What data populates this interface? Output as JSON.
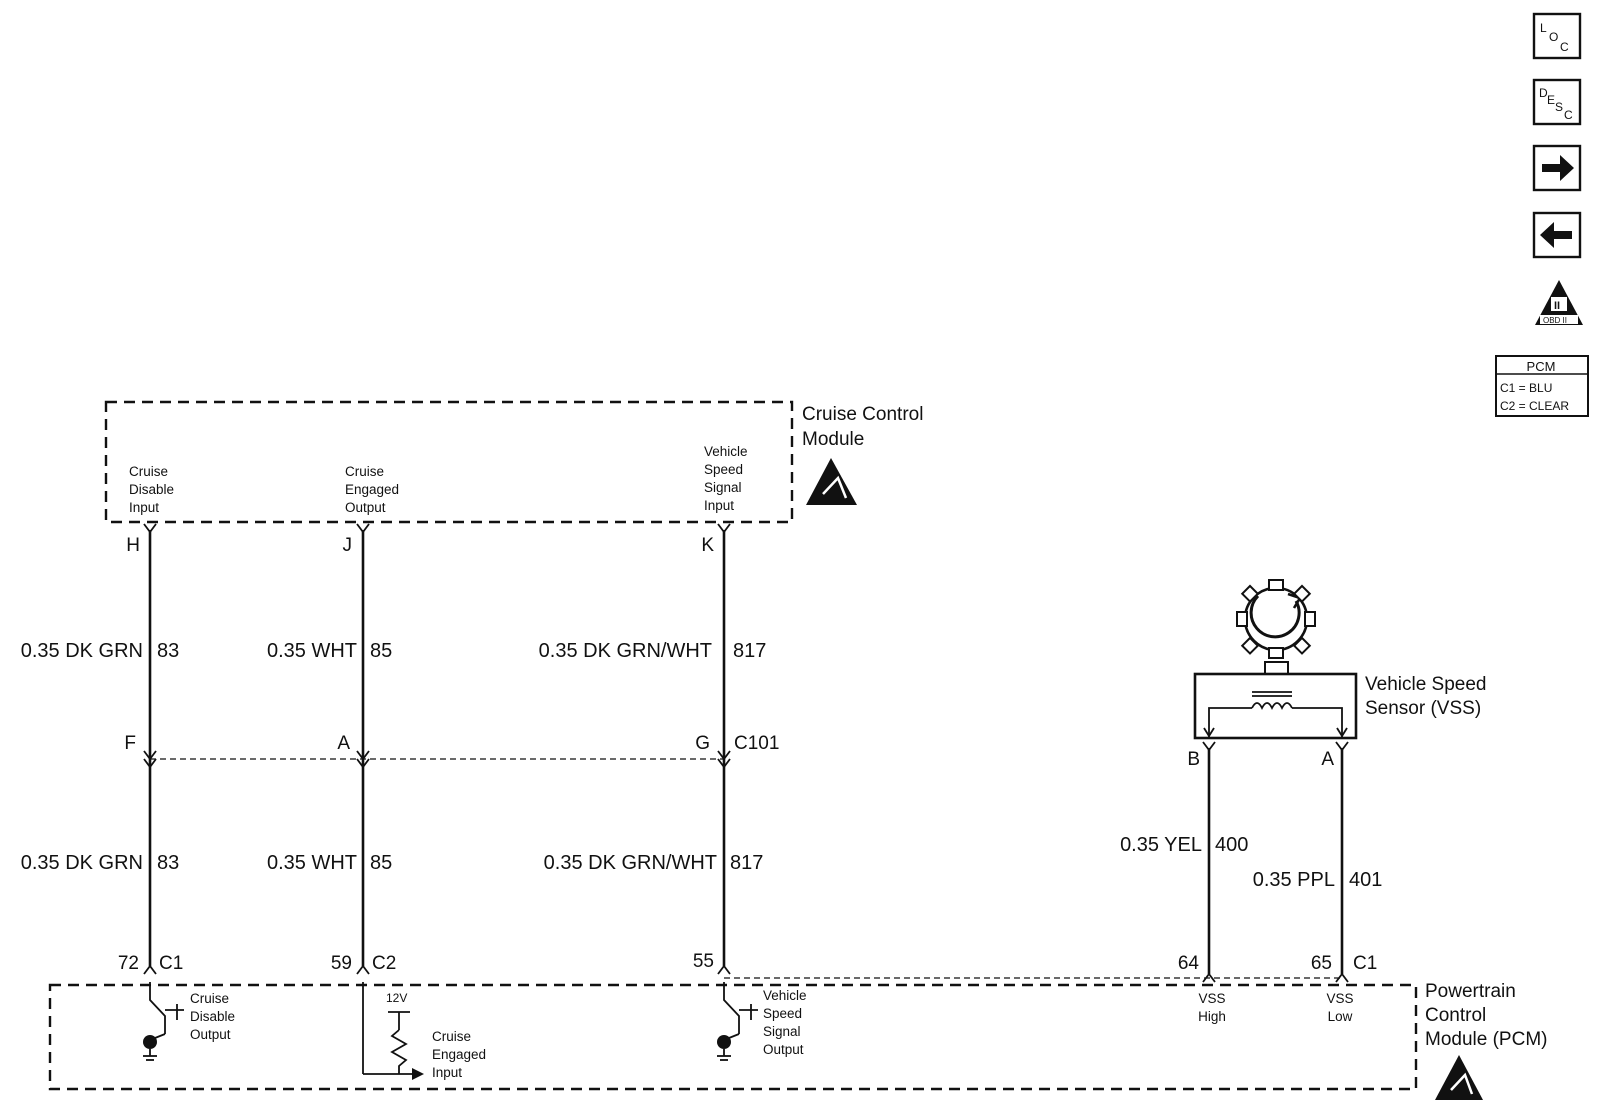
{
  "nav_icons": {
    "loc": {
      "big": "L",
      "mid": "O",
      "low": "C"
    },
    "desc": {
      "big": "D",
      "mid": "E",
      "mid2": "S",
      "low": "C"
    },
    "obd_label": "OBD II",
    "obd_mark": "II"
  },
  "pcm_key": {
    "title": "PCM",
    "rows": [
      "C1 = BLU",
      "C2 = CLEAR"
    ]
  },
  "ccm": {
    "name_line1": "Cruise Control",
    "name_line2": "Module",
    "inputs": [
      {
        "lines": [
          "Cruise",
          "Disable",
          "Input"
        ]
      },
      {
        "lines": [
          "Cruise",
          "Engaged",
          "Output"
        ]
      },
      {
        "lines": [
          "Vehicle",
          "Speed",
          "Signal",
          "Input"
        ]
      }
    ]
  },
  "esd_symbol": "ESD-sensitive-device-icon",
  "ccm_pins": [
    "H",
    "J",
    "K"
  ],
  "wires_upper": [
    {
      "spec": "0.35 DK GRN",
      "circuit": "83"
    },
    {
      "spec": "0.35 WHT",
      "circuit": "85"
    },
    {
      "spec": "0.35 DK GRN/WHT",
      "circuit": "817"
    }
  ],
  "c101": {
    "pins": [
      "F",
      "A",
      "G"
    ],
    "name": "C101"
  },
  "wires_lower": [
    {
      "spec": "0.35 DK GRN",
      "circuit": "83"
    },
    {
      "spec": "0.35 WHT",
      "circuit": "85"
    },
    {
      "spec": "0.35 DK GRN/WHT",
      "circuit": "817"
    }
  ],
  "vss": {
    "name_line1": "Vehicle Speed",
    "name_line2": "Sensor (VSS)",
    "pins": [
      "B",
      "A"
    ],
    "wires": [
      {
        "spec": "0.35 YEL",
        "circuit": "400"
      },
      {
        "spec": "0.35 PPL",
        "circuit": "401"
      }
    ]
  },
  "pcm_pins": [
    {
      "num": "72",
      "conn": "C1"
    },
    {
      "num": "59",
      "conn": "C2"
    },
    {
      "num": "55",
      "conn": ""
    },
    {
      "num": "64",
      "conn": ""
    },
    {
      "num": "65",
      "conn": "C1"
    }
  ],
  "pcm": {
    "name_lines": [
      "Powertrain",
      "Control",
      "Module (PCM)"
    ],
    "voltage": "12V",
    "internals": [
      {
        "lines": [
          "Cruise",
          "Disable",
          "Output"
        ]
      },
      {
        "lines": [
          "Cruise",
          "Engaged",
          "Input"
        ]
      },
      {
        "lines": [
          "Vehicle",
          "Speed",
          "Signal",
          "Output"
        ]
      },
      {
        "lines": [
          "VSS",
          "High"
        ]
      },
      {
        "lines": [
          "VSS",
          "Low"
        ]
      }
    ]
  }
}
